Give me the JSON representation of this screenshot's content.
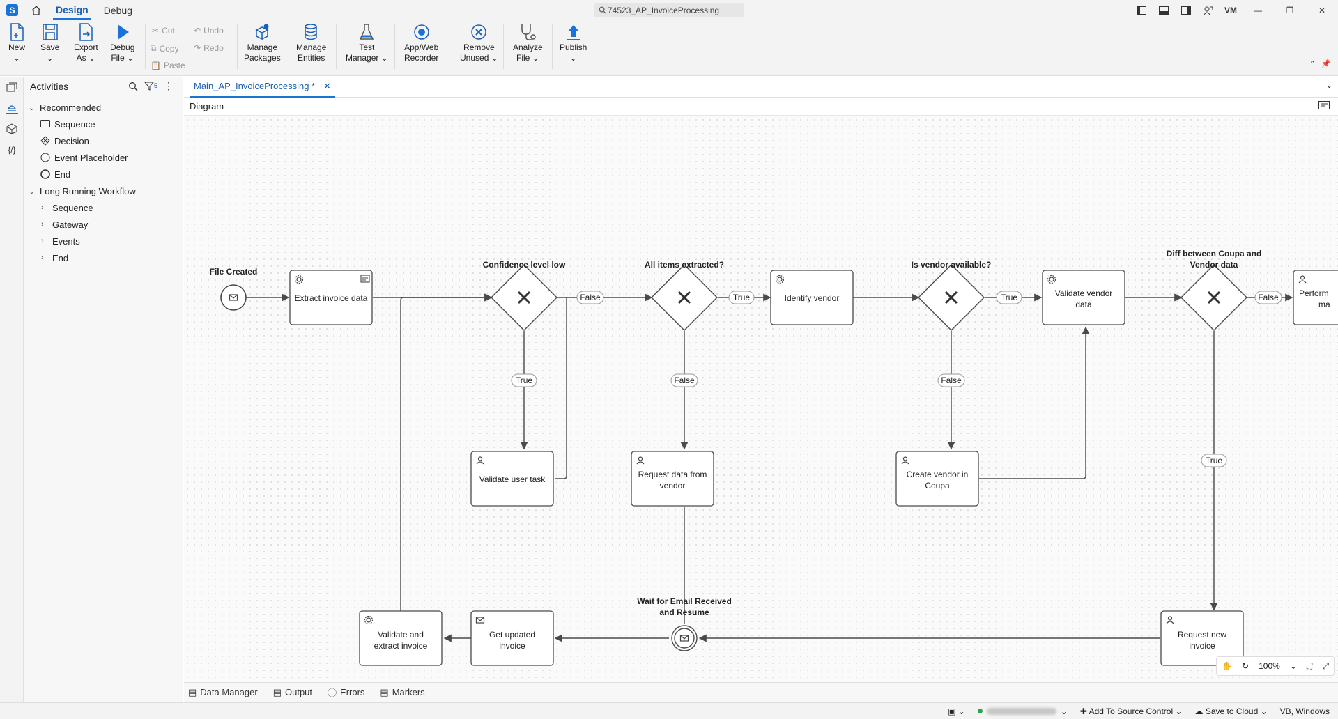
{
  "app": {
    "tabs": [
      "Design",
      "Debug"
    ],
    "search_text": "74523_AP_InvoiceProcessing",
    "user_initials": "VM"
  },
  "ribbon": {
    "new": "New",
    "save": "Save",
    "export_as": [
      "Export",
      "As"
    ],
    "debug_file": [
      "Debug",
      "File"
    ],
    "cut": "Cut",
    "copy": "Copy",
    "paste": "Paste",
    "undo": "Undo",
    "redo": "Redo",
    "manage_packages": [
      "Manage",
      "Packages"
    ],
    "manage_entities": [
      "Manage",
      "Entities"
    ],
    "test_manager": [
      "Test",
      "Manager"
    ],
    "app_web_recorder": [
      "App/Web",
      "Recorder"
    ],
    "remove_unused": [
      "Remove",
      "Unused"
    ],
    "analyze_file": [
      "Analyze",
      "File"
    ],
    "publish": "Publish"
  },
  "activities": {
    "title": "Activities",
    "filter_count": "5",
    "groups": [
      {
        "label": "Recommended",
        "items": [
          "Sequence",
          "Decision",
          "Event Placeholder",
          "End"
        ]
      },
      {
        "label": "Long Running Workflow",
        "items": [
          "Sequence",
          "Gateway",
          "Events",
          "End"
        ]
      }
    ]
  },
  "document": {
    "tab_label": "Main_AP_InvoiceProcessing *",
    "view_label": "Diagram"
  },
  "diagram": {
    "events": {
      "file_created": "File Created",
      "wait_email": [
        "Wait for Email Received",
        "and Resume"
      ]
    },
    "tasks": {
      "extract_invoice": "Extract invoice data",
      "identify_vendor": "Identify vendor",
      "validate_vendor": [
        "Validate vendor",
        "data"
      ],
      "perform": [
        "Perform",
        "ma"
      ],
      "validate_user": "Validate user task",
      "request_data": [
        "Request data from",
        "vendor"
      ],
      "create_vendor": [
        "Create vendor in",
        "Coupa"
      ],
      "validate_extract": [
        "Validate and",
        "extract invoice"
      ],
      "get_updated": [
        "Get updated",
        "invoice"
      ],
      "request_new": [
        "Request new",
        "invoice"
      ]
    },
    "gateways": {
      "confidence": "Confidence level low",
      "all_items": "All items extracted?",
      "vendor_available": "Is vendor available?",
      "diff_coupa": [
        "Diff between Coupa and",
        "Vendor data"
      ]
    },
    "flow_labels": {
      "true": "True",
      "false": "False"
    }
  },
  "zoom": "100%",
  "bottom_tabs": [
    "Data Manager",
    "Output",
    "Errors",
    "Markers"
  ],
  "status": {
    "source_control": "Add To Source Control",
    "save_cloud": "Save to Cloud",
    "language": "VB, Windows"
  },
  "colors": {
    "accent": "#1a73d9",
    "stroke": "#4a4a4a"
  }
}
